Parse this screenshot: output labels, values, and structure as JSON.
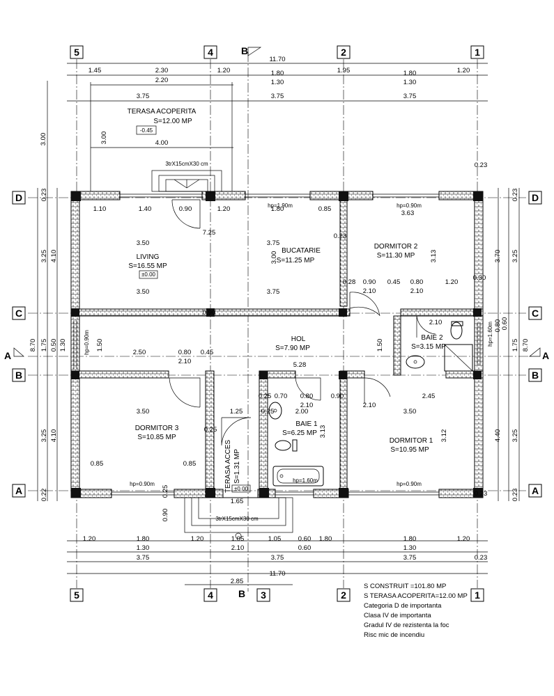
{
  "axes": {
    "vertical": [
      "5",
      "4",
      "3",
      "2",
      "1"
    ],
    "horizontal": [
      "D",
      "C",
      "B",
      "A"
    ],
    "section_marks": [
      "B",
      "A"
    ]
  },
  "dims_top": [
    "11.70",
    "1.45",
    "2.30",
    "1.20",
    "1.80",
    "1.95",
    "1.80",
    "1.20",
    "2.20",
    "1.30",
    "1.30",
    "3.75",
    "3.75",
    "3.75",
    "4.00",
    "3.00",
    "3.00",
    "0.23"
  ],
  "dims_bottom": [
    "1.20",
    "1.80",
    "1.20",
    "1.05",
    "1.05",
    "0.60",
    "1.80",
    "1.80",
    "1.20",
    "1.30",
    "2.10",
    "0.60",
    "1.30",
    "3.75",
    "3.75",
    "3.75",
    "0.23",
    "11.70",
    "2.85",
    "1.65",
    "0.90",
    "0.25"
  ],
  "dims_left": [
    "0.23",
    "3.25",
    "4.10",
    "1.75",
    "1.30",
    "0.50",
    "8.70",
    "3.25",
    "4.10",
    "0.22"
  ],
  "dims_right": [
    "0.23",
    "3.25",
    "3.70",
    "0.80",
    "0.60",
    "1.75",
    "8.70",
    "3.25",
    "4.40",
    "0.23"
  ],
  "dims_inner": [
    "1.10",
    "1.40",
    "0.90",
    "1.20",
    "1.80",
    "0.85",
    "7.25",
    "3.50",
    "3.75",
    "3.50",
    "3.75",
    "3.00",
    "0.23",
    "3.63",
    "3.13",
    "0.28",
    "0.90",
    "0.45",
    "0.80",
    "1.20",
    "2.10",
    "2.10",
    "0.30",
    "2.10",
    "2.50",
    "0.80",
    "0.45",
    "2.10",
    "5.28",
    "1.50",
    "1.50",
    "0.25",
    "0.70",
    "0.80",
    "0.90",
    "2.45",
    "2.10",
    "2.00",
    "2.10",
    "3.50",
    "3.50",
    "3.13",
    "3.12",
    "0.85",
    "0.85",
    "1.25",
    "0.90",
    "0.25",
    "0.23"
  ],
  "rooms": {
    "terasa": {
      "name": "TERASA ACOPERITA",
      "area": "S=12.00 MP",
      "level": "-0.45"
    },
    "living": {
      "name": "LIVING",
      "area": "S=16.55 MP",
      "level": "±0.00"
    },
    "bucatarie": {
      "name": "BUCATARIE",
      "area": "S=11.25 MP"
    },
    "dormitor2": {
      "name": "DORMITOR 2",
      "area": "S=11.30 MP"
    },
    "hol": {
      "name": "HOL",
      "area": "S=7.90 MP"
    },
    "baie2": {
      "name": "BAIE 2",
      "area": "S=3.15 MP"
    },
    "dormitor3": {
      "name": "DORMITOR 3",
      "area": "S=10.85 MP"
    },
    "terasa_acces": {
      "name": "TERASA ACCES",
      "area": "S=1.31 MP",
      "level": "±0.00"
    },
    "baie1": {
      "name": "BAIE 1",
      "area": "S=6.25 MP"
    },
    "dormitor1": {
      "name": "DORMITOR 1",
      "area": "S=10.95 MP"
    }
  },
  "notes": {
    "stairs_top": "3trX15cmX30 cm",
    "stairs_bottom": "3trX15cmX30 cm",
    "hp_090": "hp=0.90m",
    "hp_190": "hp=1.90m",
    "hp_160": "hp=1.60m",
    "hp_090v": "hp=0.90m",
    "hp_160v": "hp=1.60m"
  },
  "summary": [
    "S CONSTRUIT =101.80 MP",
    "S TERASA ACOPERITA=12.00 MP",
    "Categoria D de importanta",
    "Clasa IV de importanta",
    "Gradul IV de rezistenta la foc",
    "Risc mic de incendiu"
  ]
}
